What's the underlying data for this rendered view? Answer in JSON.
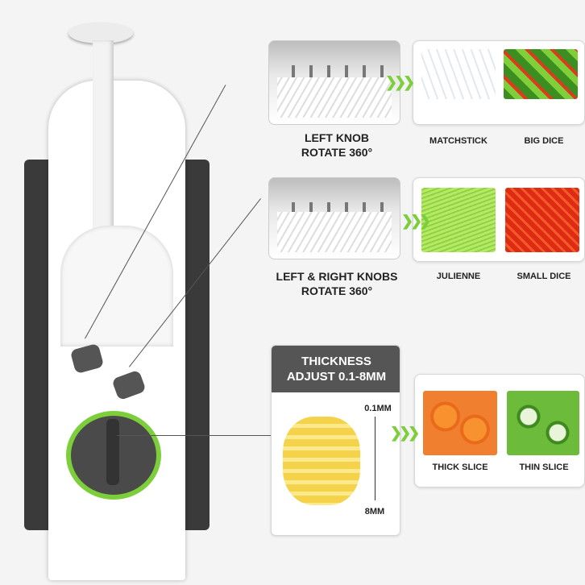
{
  "features": [
    {
      "title_lines": [
        "LEFT KNOB",
        "ROTATE 360°"
      ],
      "results": [
        "MATCHSTICK",
        "BIG DICE"
      ]
    },
    {
      "title_lines": [
        "LEFT & RIGHT KNOBS",
        "ROTATE 360°"
      ],
      "results": [
        "JULIENNE",
        "SMALL DICE"
      ]
    }
  ],
  "thickness": {
    "title_lines": [
      "THICKNESS",
      "ADJUST 0.1-8MM"
    ],
    "min_label": "0.1MM",
    "max_label": "8MM",
    "results": [
      "THICK SLICE",
      "THIN SLICE"
    ]
  },
  "colors": {
    "accent_green": "#7ccf3a",
    "header_dark": "#555555"
  }
}
